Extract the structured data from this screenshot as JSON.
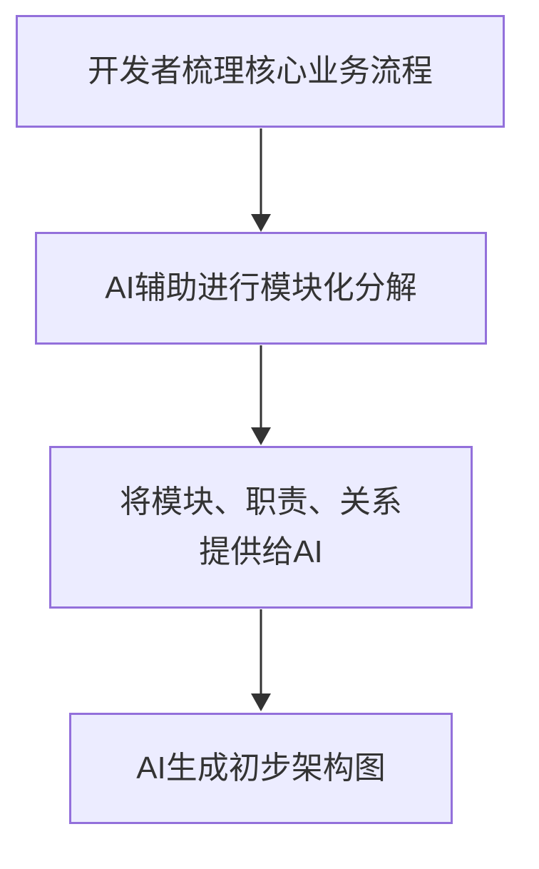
{
  "flowchart": {
    "title": "",
    "type": "flowchart-top-down",
    "colors": {
      "node_fill": "#ECECFF",
      "node_border": "#9370DB",
      "text_color": "#333333",
      "arrow_color": "#333333"
    },
    "nodes": [
      {
        "id": "step-1",
        "lines": [
          "开发者梳理核心业务流程"
        ]
      },
      {
        "id": "step-2",
        "lines": [
          "AI辅助进行模块化分解"
        ]
      },
      {
        "id": "step-3",
        "lines": [
          "将模块、职责、关系",
          "提供给AI"
        ]
      },
      {
        "id": "step-4",
        "lines": [
          "AI生成初步架构图"
        ]
      }
    ],
    "edges": [
      {
        "from": "step-1",
        "to": "step-2",
        "label": ""
      },
      {
        "from": "step-2",
        "to": "step-3",
        "label": ""
      },
      {
        "from": "step-3",
        "to": "step-4",
        "label": ""
      }
    ]
  }
}
